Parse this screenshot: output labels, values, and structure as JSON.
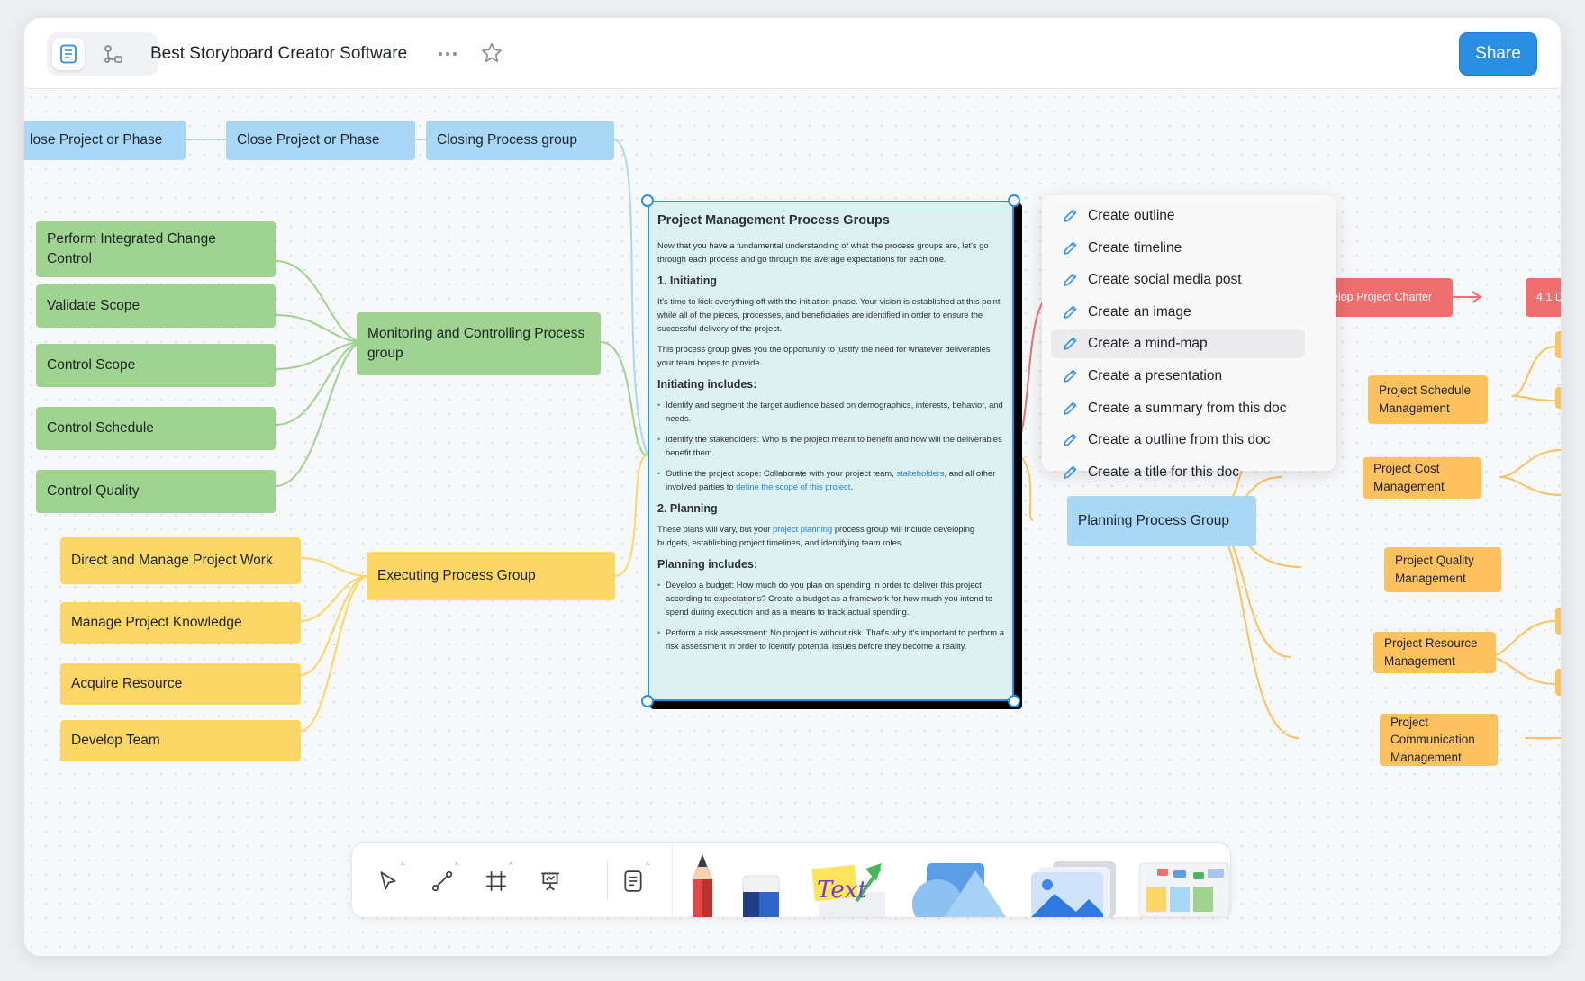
{
  "header": {
    "title": "Best Storyboard Creator Software",
    "share_label": "Share"
  },
  "colors": {
    "accent": "#2a8fe3",
    "closing": "#a9d8f7",
    "monitoring": "#9fd390",
    "executing": "#fcd765",
    "planning": "#fdc15d",
    "initiating": "#ef6e6f"
  },
  "mindmap": {
    "closing": {
      "group": "Closing Process group",
      "items": [
        "Close Project or Phase",
        "lose Project or Phase"
      ]
    },
    "monitoring": {
      "group": "Monitoring and Controlling Process group",
      "items": [
        "Perform Integrated  Change Control",
        "Validate Scope",
        "Control Scope",
        "Control Schedule",
        "Control Quality"
      ]
    },
    "executing": {
      "group": "Executing Process Group",
      "items": [
        "Direct and Manage Project Work",
        "Manage Project Knowledge",
        "Acquire Resource",
        "Develop Team"
      ]
    },
    "planning": {
      "group": "Planning Process Group",
      "items": [
        "Project Schedule Management",
        "Project Cost Management",
        "Project Quality Management",
        "Project Resource Management",
        "Project Communication Management"
      ]
    },
    "initiating": {
      "items": [
        "elop Project Charter",
        "4.1 D"
      ]
    }
  },
  "doc": {
    "title": "Project Management Process Groups",
    "intro": "Now that you have a fundamental understanding of what the process groups are, let's go through each process and go through the average expectations for each one.",
    "s1_heading": "1. Initiating",
    "s1_p1": "It's time to kick everything off with the initiation phase. Your vision is established at this point while all of the pieces, processes, and beneficiaries are identified in order to ensure the successful delivery of the project.",
    "s1_p2": "This process group gives you the opportunity to justify the need for whatever deliverables your team hopes to provide.",
    "s1_sub": "Initiating includes:",
    "s1_li1": "Identify and segment the target audience based on demographics, interests, behavior, and needs.",
    "s1_li2": "Identify the stakeholders: Who is the project meant to benefit and how will the deliverables benefit them.",
    "s1_li3_a": "Outline the project scope: Collaborate with your project team, ",
    "s1_li3_link1": "stakeholders",
    "s1_li3_b": ", and all other involved parties to ",
    "s1_li3_link2": "define the scope of this project",
    "s1_li3_c": ".",
    "s2_heading": "2. Planning",
    "s2_p_a": "These plans will vary, but your ",
    "s2_p_link": "project planning",
    "s2_p_b": " process group will include developing budgets, establishing project timelines, and identifying team roles.",
    "s2_sub": "Planning includes:",
    "s2_li1": "Develop a budget: How much do you plan on spending in order to deliver this project according to expectations? Create a budget as a framework for how much you intend to spend during execution and as a means to track actual spending.",
    "s2_li2": "Perform a risk assessment: No project is without risk. That's why it's important to perform a risk assessment in order to identify potential issues before they become a reality."
  },
  "menu": {
    "items": [
      "Create outline",
      "Create timeline",
      "Create social media post",
      "Create an image",
      "Create a mind-map",
      "Create a presentation",
      "Create a summary from this doc",
      "Create a outline from this doc",
      "Create a title for this doc"
    ],
    "active_index": 4
  },
  "toolbar": {
    "tools": [
      "select-icon",
      "connector-icon",
      "frame-icon",
      "presentation-icon",
      "doc-icon"
    ],
    "assets": [
      "pencil",
      "eraser",
      "text-sticker",
      "shapes",
      "image",
      "templates"
    ],
    "text_sticker_label": "Text"
  }
}
